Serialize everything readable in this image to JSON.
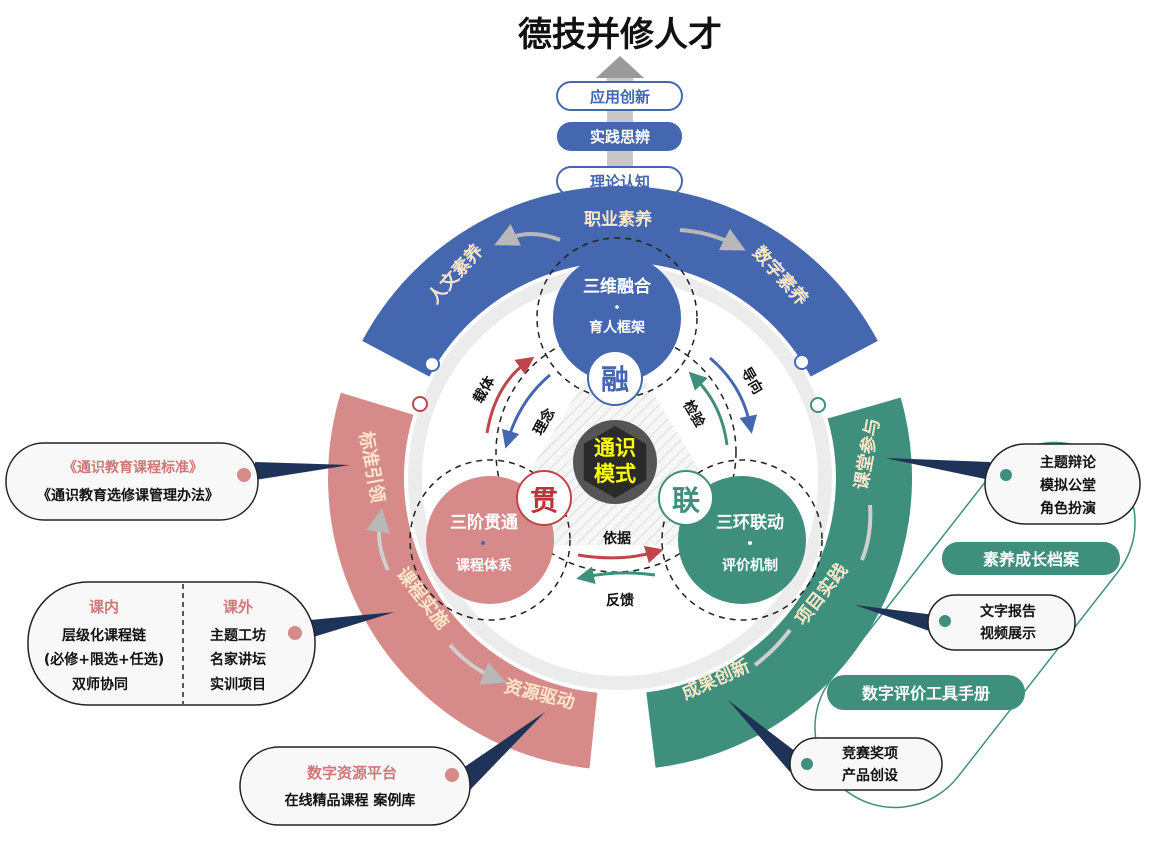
{
  "title": "德技并修人才",
  "ladder": [
    "应用创新",
    "实践思辨",
    "理论认知"
  ],
  "outer_ring": {
    "blue": {
      "top": "职业素养",
      "left": "人文素养",
      "right": "数字素养"
    },
    "pink": {
      "a": "标准引领",
      "b": "课程实施",
      "c": "资源驱动"
    },
    "green": {
      "a": "课堂参与",
      "b": "项目实践",
      "c": "成果创新"
    }
  },
  "core": {
    "center": [
      "通识",
      "模式"
    ],
    "top": {
      "title": "三维融合",
      "sub": "育人框架",
      "badge": "融"
    },
    "left": {
      "title": "三阶贯通",
      "sub": "课程体系",
      "badge": "贯"
    },
    "right": {
      "title": "三环联动",
      "sub": "评价机制",
      "badge": "联"
    },
    "arrows": {
      "carrier": "载体",
      "concept": "理念",
      "guide": "导向",
      "check": "检验",
      "basis": "依据",
      "feedback": "反馈"
    }
  },
  "left_callouts": {
    "standards": {
      "line1": "《通识教育课程标准》",
      "line2": "《通识教育选修课管理办法》"
    },
    "courses": {
      "in_title": "课内",
      "in_items": [
        "层级化课程链",
        "(必修+限选+任选)",
        "双师协同"
      ],
      "out_title": "课外",
      "out_items": [
        "主题工坊",
        "名家讲坛",
        "实训项目"
      ]
    },
    "resources": {
      "title": "数字资源平台",
      "line": "在线精品课程   案例库"
    }
  },
  "right_callouts": {
    "class": [
      "主题辩论",
      "模拟公堂",
      "角色扮演"
    ],
    "project": [
      "文字报告",
      "视频展示"
    ],
    "result": [
      "竞赛奖项",
      "产品创设"
    ],
    "tag1": "素养成长档案",
    "tag2": "数字评价工具手册"
  },
  "colors": {
    "blue": "#4467b0",
    "pink": "#d78a8a",
    "green": "#3f8f7d",
    "navy": "#1f3358",
    "gray": "#e8e8e8"
  }
}
